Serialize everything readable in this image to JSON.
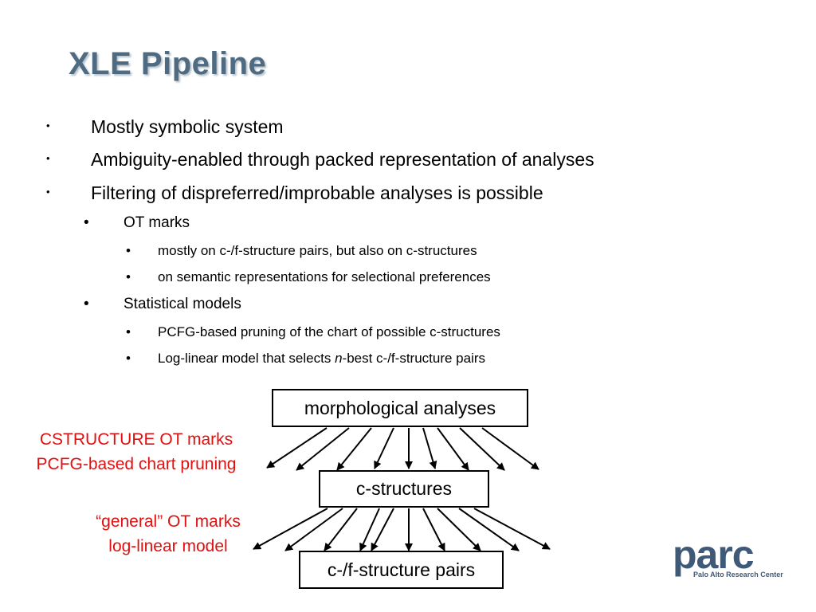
{
  "slide": {
    "title": "XLE Pipeline",
    "bullets": [
      {
        "text": "Mostly symbolic system"
      },
      {
        "text": "Ambiguity-enabled through packed representation of analyses"
      },
      {
        "text": "Filtering of dispreferred/improbable analyses is possible"
      },
      {
        "text": "OT marks"
      },
      {
        "text": "mostly on c-/f-structure pairs, but also on c-structures"
      },
      {
        "text": "on semantic representations for selectional preferences"
      },
      {
        "text": "Statistical models"
      },
      {
        "text": "PCFG-based pruning of the chart of possible c-structures"
      },
      {
        "text_before": "Log-linear model that selects ",
        "text_italic": "n",
        "text_after": "-best c-/f-structure pairs"
      }
    ],
    "bullet_glyph": "•"
  },
  "diagram": {
    "boxes": {
      "morph": "morphological analyses",
      "cstruct": "c-structures",
      "cfpairs": "c-/f-structure pairs"
    },
    "labels": {
      "stage1": [
        "CSTRUCTURE OT marks",
        "PCFG-based chart pruning"
      ],
      "stage2": [
        "“general” OT marks",
        "log-linear model"
      ]
    },
    "label_color": "#e01010"
  },
  "logo": {
    "word": "parc",
    "subtitle": "Palo Alto Research Center"
  }
}
